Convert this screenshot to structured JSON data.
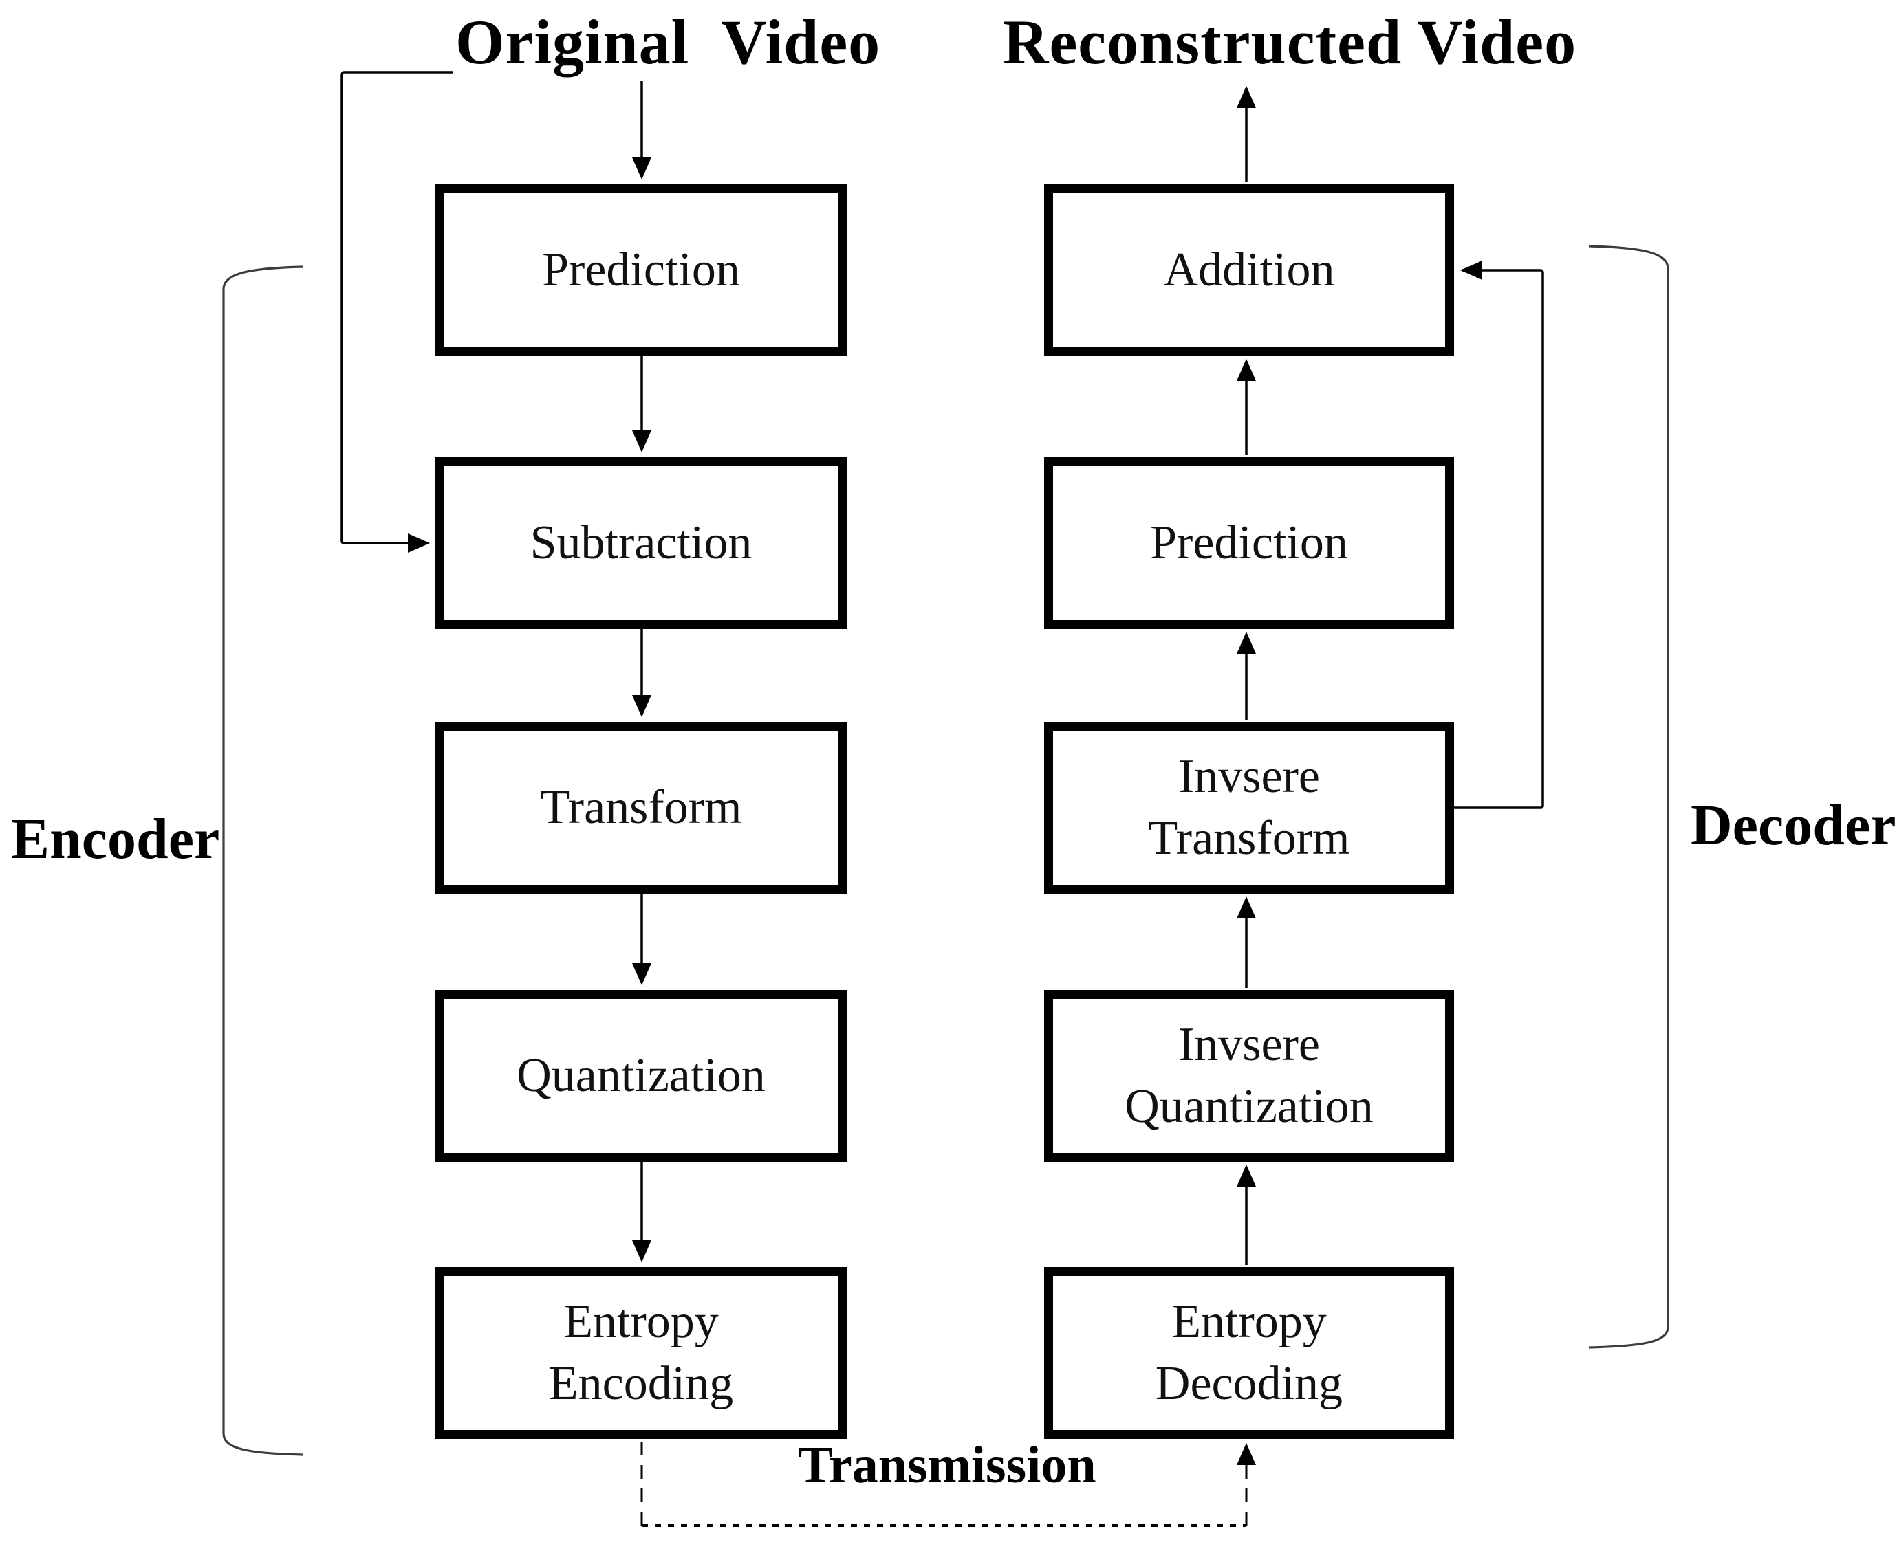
{
  "diagram": {
    "top_labels": {
      "original_video": "Original  Video",
      "reconstructed_video": "Reconstructed Video"
    },
    "side_labels": {
      "encoder": "Encoder",
      "decoder": "Decoder"
    },
    "bottom_label": {
      "transmission": "Transmission"
    },
    "encoder_boxes": [
      {
        "line1": "Prediction"
      },
      {
        "line1": "Subtraction"
      },
      {
        "line1": "Transform"
      },
      {
        "line1": "Quantization"
      },
      {
        "line1": "Entropy",
        "line2": "Encoding"
      }
    ],
    "decoder_boxes": [
      {
        "line1": "Addition"
      },
      {
        "line1": "Prediction"
      },
      {
        "line1": "Invsere",
        "line2": "Transform"
      },
      {
        "line1": "Invsere",
        "line2": "Quantization"
      },
      {
        "line1": "Entropy",
        "line2": "Decoding"
      }
    ],
    "colors": {
      "line": "#000000",
      "bracket": "#3c3c3c",
      "background": "#ffffff"
    }
  }
}
